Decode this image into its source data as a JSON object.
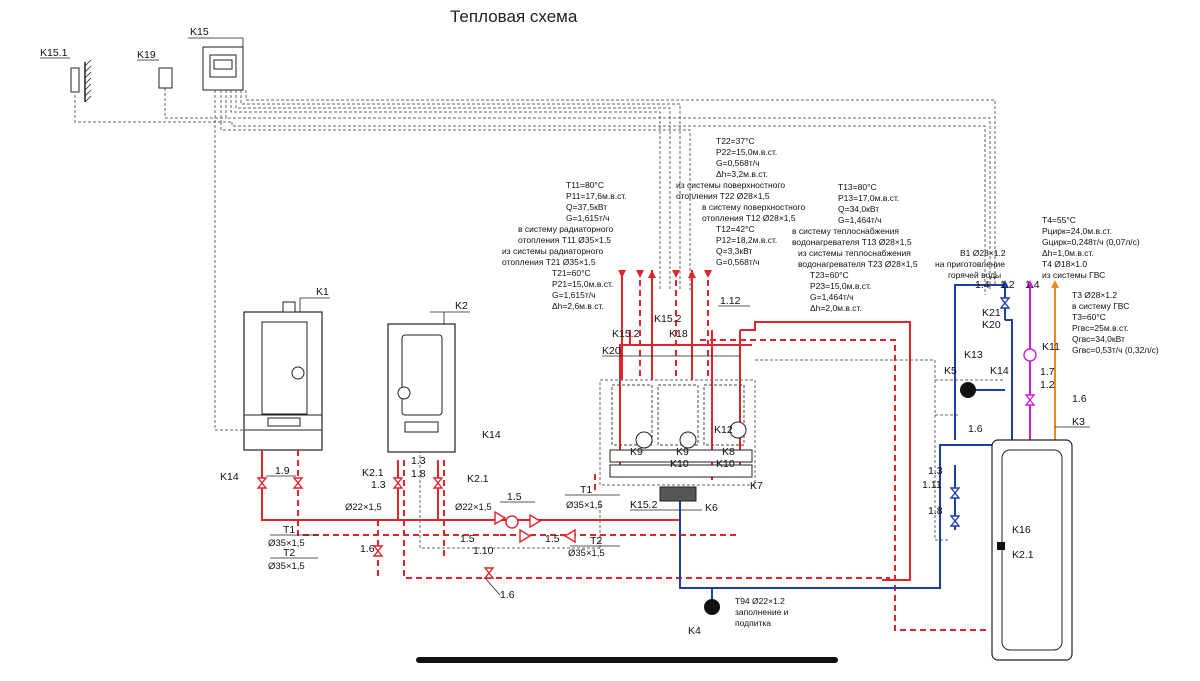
{
  "title": "Тепловая схема",
  "colors": {
    "supply": "#e0242b",
    "return": "#e0242b",
    "cold": "#1f3fa8",
    "hot": "#ef8a1a",
    "recirc": "#d21ed2",
    "control": "#555555"
  },
  "labels": {
    "k15_1": "K15.1",
    "k19": "K19",
    "k15": "K15",
    "k1": "K1",
    "k2": "K2",
    "k3": "K3",
    "k4": "K4",
    "k5": "K5",
    "k6": "K6",
    "k7": "K7",
    "k8": "K8",
    "k9a": "K9",
    "k9b": "K9",
    "k10a": "K10",
    "k10b": "K10",
    "k11": "K11",
    "k12": "K12",
    "k13": "K13",
    "k14a": "K14",
    "k14b": "K14",
    "k14c": "K14",
    "k15_2a": "K15.2",
    "k15_2b": "K15.2",
    "k15_2c": "K15.2",
    "k16": "K16",
    "k18": "K18",
    "k20a": "K20",
    "k20b": "K20",
    "k21": "K21",
    "k2_1a": "K2.1",
    "k2_1b": "K2.1",
    "k2_1c": "K2.1",
    "n1_9": "1.9",
    "n1_3a": "1.3",
    "n1_3b": "1.3",
    "n1_3c": "1.3",
    "n1_8a": "1.8",
    "n1_8b": "1.8",
    "n1_5a": "1.5",
    "n1_5b": "1.5",
    "n1_5c": "1.5",
    "n1_10": "1.10",
    "n1_6a": "1.6",
    "n1_6b": "1.6",
    "n1_6c": "1.6",
    "n1_6d": "1.6",
    "n1_11": "1.11",
    "n1_12": "1.12",
    "n1_4a": "1.4",
    "n1_4b": "1.4",
    "n1_2a": "1.2",
    "n1_2b": "1.2",
    "n1_7": "1.7",
    "p22a": "Ø22×1,5",
    "p22b": "Ø22×1,5",
    "t1a": "T1",
    "p35a": "Ø35×1,5",
    "t2a": "T2",
    "p35b": "Ø35×1,5",
    "t1b": "T1",
    "p35c": "Ø35×1,5",
    "t2b": "T2",
    "p35d": "Ø35×1,5",
    "t94_1": "T94 Ø22×1.2",
    "t94_2": "заполнение и",
    "t94_3": "подпитка"
  },
  "annotations": {
    "t11": [
      "T11=80°C",
      "P11=17,6м.в.ст.",
      "Q=37,5кВт",
      "G=1,615т/ч"
    ],
    "t11_supply": [
      "в систему радиаторного",
      "отопления T11 Ø35×1,5"
    ],
    "t21_return": [
      "из системы радиаторного",
      "отопления T21 Ø35×1,5"
    ],
    "t21": [
      "T21=60°C",
      "P21=15,0м.в.ст.",
      "G=1,615т/ч",
      "Δh=2,6м.в.ст."
    ],
    "t22": [
      "T22=37°C",
      "P22=15,0м.в.ст.",
      "G=0,568т/ч",
      "Δh=3,2м.в.ст."
    ],
    "t22_return": [
      "из системы поверхностного",
      "отопления T22 Ø28×1,5"
    ],
    "t12_supply": [
      "в систему поверхностного",
      "отопления T12 Ø28×1,5"
    ],
    "t12": [
      "T12=42°C",
      "P12=18,2м.в.ст.",
      "Q=3,3кВт",
      "G=0,568т/ч"
    ],
    "t13": [
      "T13=80°C",
      "P13=17,0м.в.ст.",
      "Q=34,0кВт",
      "G=1,464т/ч"
    ],
    "t13_supply": [
      "в систему теплоснабжения",
      "водонагревателя T13 Ø28×1,5"
    ],
    "t23_return": [
      "из системы теплоснабжения",
      "водонагревателя T23 Ø28×1,5"
    ],
    "t23": [
      "T23=60°C",
      "P23=15,0м.в.ст.",
      "G=1,464т/ч",
      "Δh=2,0м.в.ст."
    ],
    "b1": [
      "B1 Ø28×1.2",
      "на приготовление",
      "горячей воды"
    ],
    "t4": [
      "T4=55°C",
      "Pцирк=24,0м.в.ст.",
      "Gцирк=0,248т/ч (0,07л/с)",
      "Δh=1,0м.в.ст.",
      "T4 Ø18×1.0",
      "из системы ГВС"
    ],
    "t3": [
      "T3 Ø28×1.2",
      "в систему ГВС",
      "T3=60°C",
      "Pгвс=25м.в.ст.",
      "Qгвс=34,0кВт",
      "Gгвс=0,53т/ч (0,32л/с)"
    ]
  }
}
